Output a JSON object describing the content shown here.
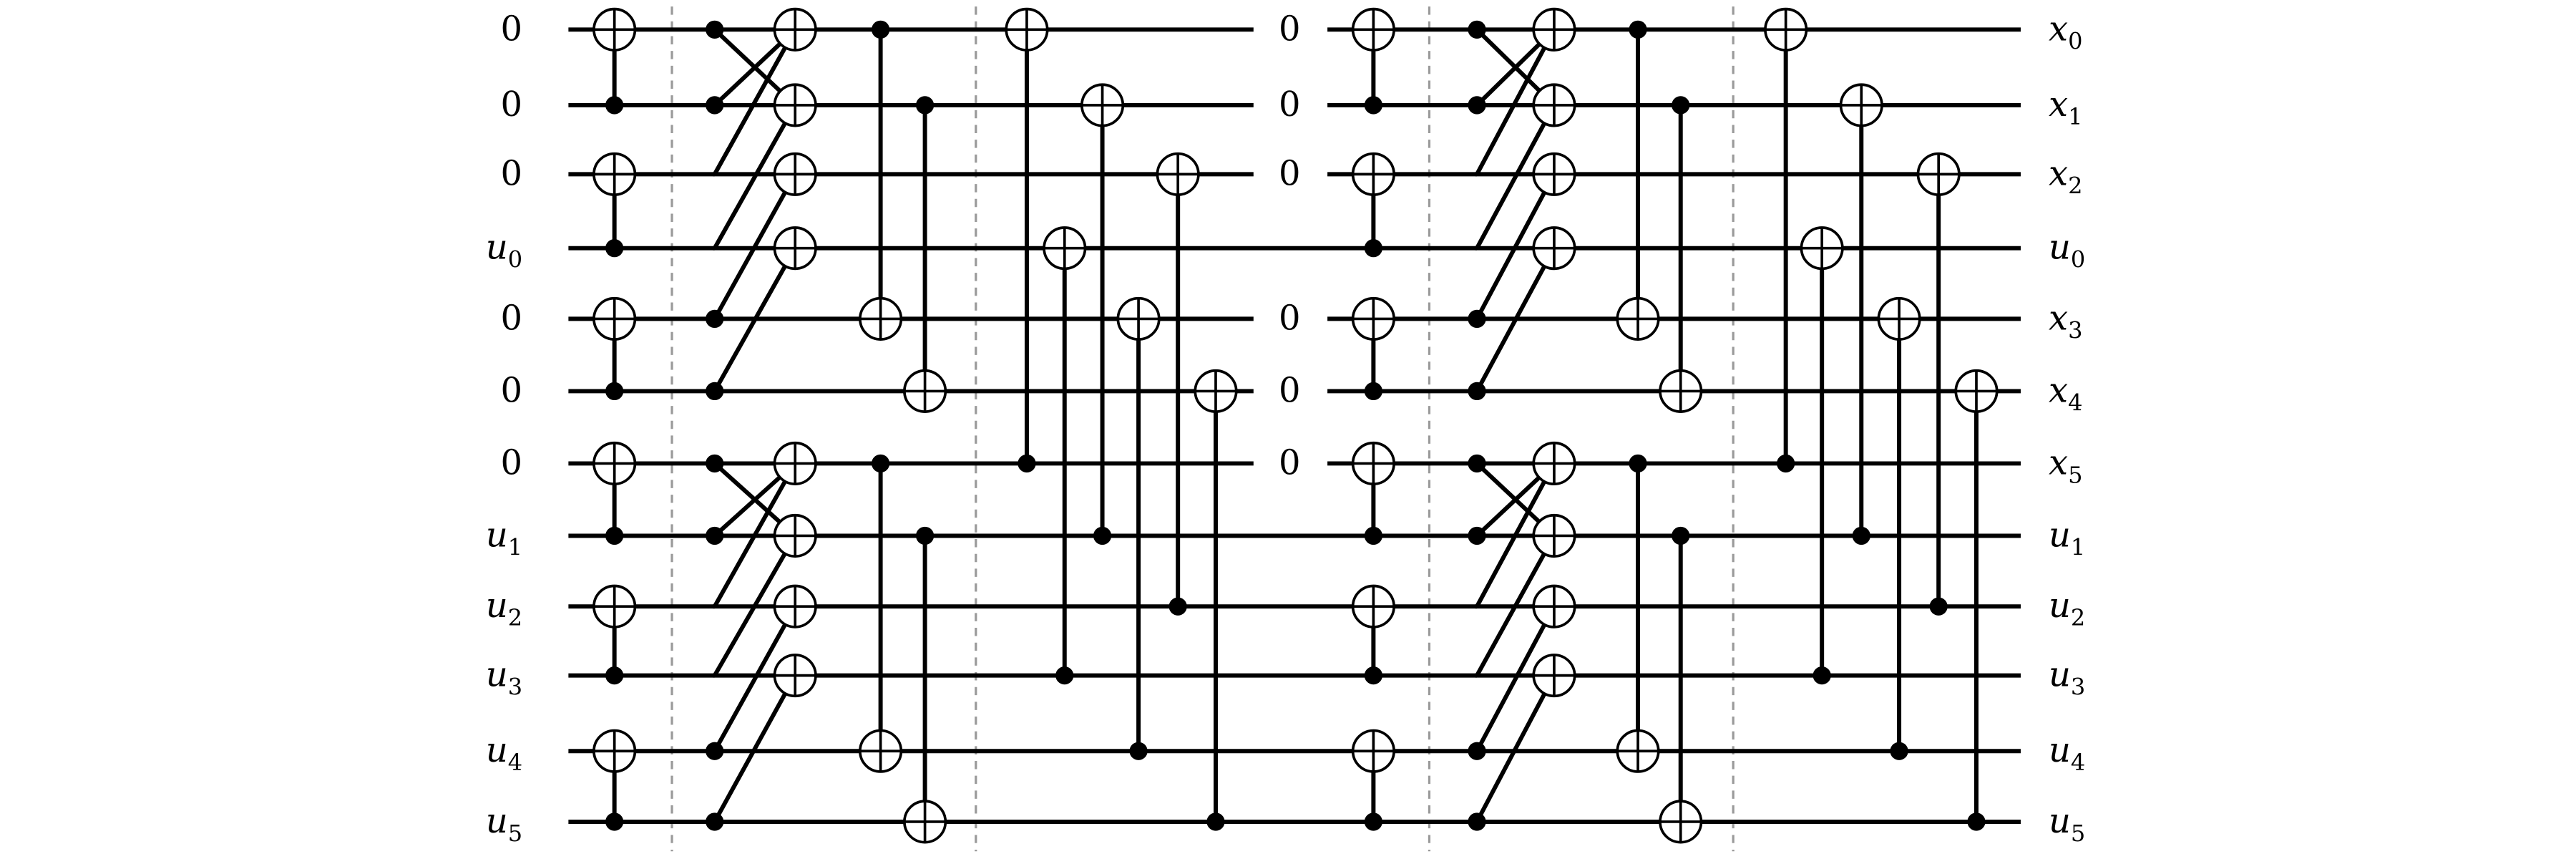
{
  "diagram": {
    "left_labels": [
      {
        "base": "0",
        "sub": ""
      },
      {
        "base": "0",
        "sub": ""
      },
      {
        "base": "0",
        "sub": ""
      },
      {
        "base": "u",
        "sub": "0"
      },
      {
        "base": "0",
        "sub": ""
      },
      {
        "base": "0",
        "sub": ""
      },
      {
        "base": "0",
        "sub": ""
      },
      {
        "base": "u",
        "sub": "1"
      },
      {
        "base": "u",
        "sub": "2"
      },
      {
        "base": "u",
        "sub": "3"
      },
      {
        "base": "u",
        "sub": "4"
      },
      {
        "base": "u",
        "sub": "5"
      }
    ],
    "middle_labels": [
      {
        "wire": 0,
        "text": "0"
      },
      {
        "wire": 1,
        "text": "0"
      },
      {
        "wire": 2,
        "text": "0"
      },
      {
        "wire": 4,
        "text": "0"
      },
      {
        "wire": 5,
        "text": "0"
      },
      {
        "wire": 6,
        "text": "0"
      }
    ],
    "right_labels": [
      {
        "base": "x",
        "sub": "0"
      },
      {
        "base": "x",
        "sub": "1"
      },
      {
        "base": "x",
        "sub": "2"
      },
      {
        "base": "u",
        "sub": "0"
      },
      {
        "base": "x",
        "sub": "3"
      },
      {
        "base": "x",
        "sub": "4"
      },
      {
        "base": "x",
        "sub": "5"
      },
      {
        "base": "u",
        "sub": "1"
      },
      {
        "base": "u",
        "sub": "2"
      },
      {
        "base": "u",
        "sub": "3"
      },
      {
        "base": "u",
        "sub": "4"
      },
      {
        "base": "u",
        "sub": "5"
      }
    ]
  }
}
